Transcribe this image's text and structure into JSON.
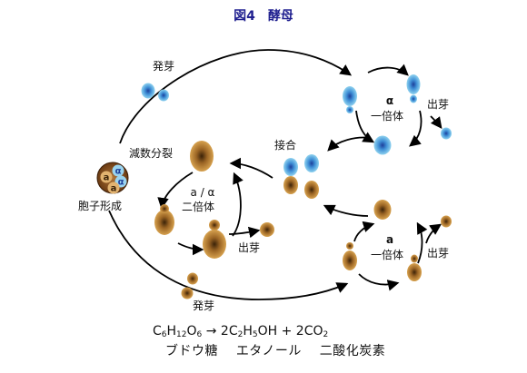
{
  "title": "図4　酵母",
  "labels": {
    "budding_top": "発芽",
    "alpha_symbol": "α",
    "haploid_alpha": "一倍体",
    "budding_alpha": "出芽",
    "mating": "接合",
    "meiosis": "減数分裂",
    "spore_formation": "胞子形成",
    "diploid_ratio": "a / α",
    "diploid": "二倍体",
    "budding_diploid": "出芽",
    "a_symbol": "a",
    "haploid_a": "一倍体",
    "budding_a": "出芽",
    "budding_bottom": "発芽"
  },
  "ascus_spores": [
    "α",
    "α",
    "a",
    "a"
  ],
  "equation": {
    "glucose": [
      "C",
      "6",
      "H",
      "12",
      "O",
      "6"
    ],
    "arrow": "→",
    "ethanol": [
      "2C",
      "2",
      "H",
      "5",
      "OH"
    ],
    "plus": "+",
    "co2": [
      "2CO",
      "2"
    ]
  },
  "names": {
    "glucose": "ブドウ糖",
    "ethanol": "エタノール",
    "co2": "二酸化炭素"
  },
  "colors": {
    "title": "#1f1f8f",
    "alpha_cell": "#4aa6dc",
    "alpha_core": "#1d3f9a",
    "a_cell": "#c08a3a",
    "a_core": "#3a2208",
    "ascus": "#8a4f1c",
    "arrow": "#000000"
  }
}
